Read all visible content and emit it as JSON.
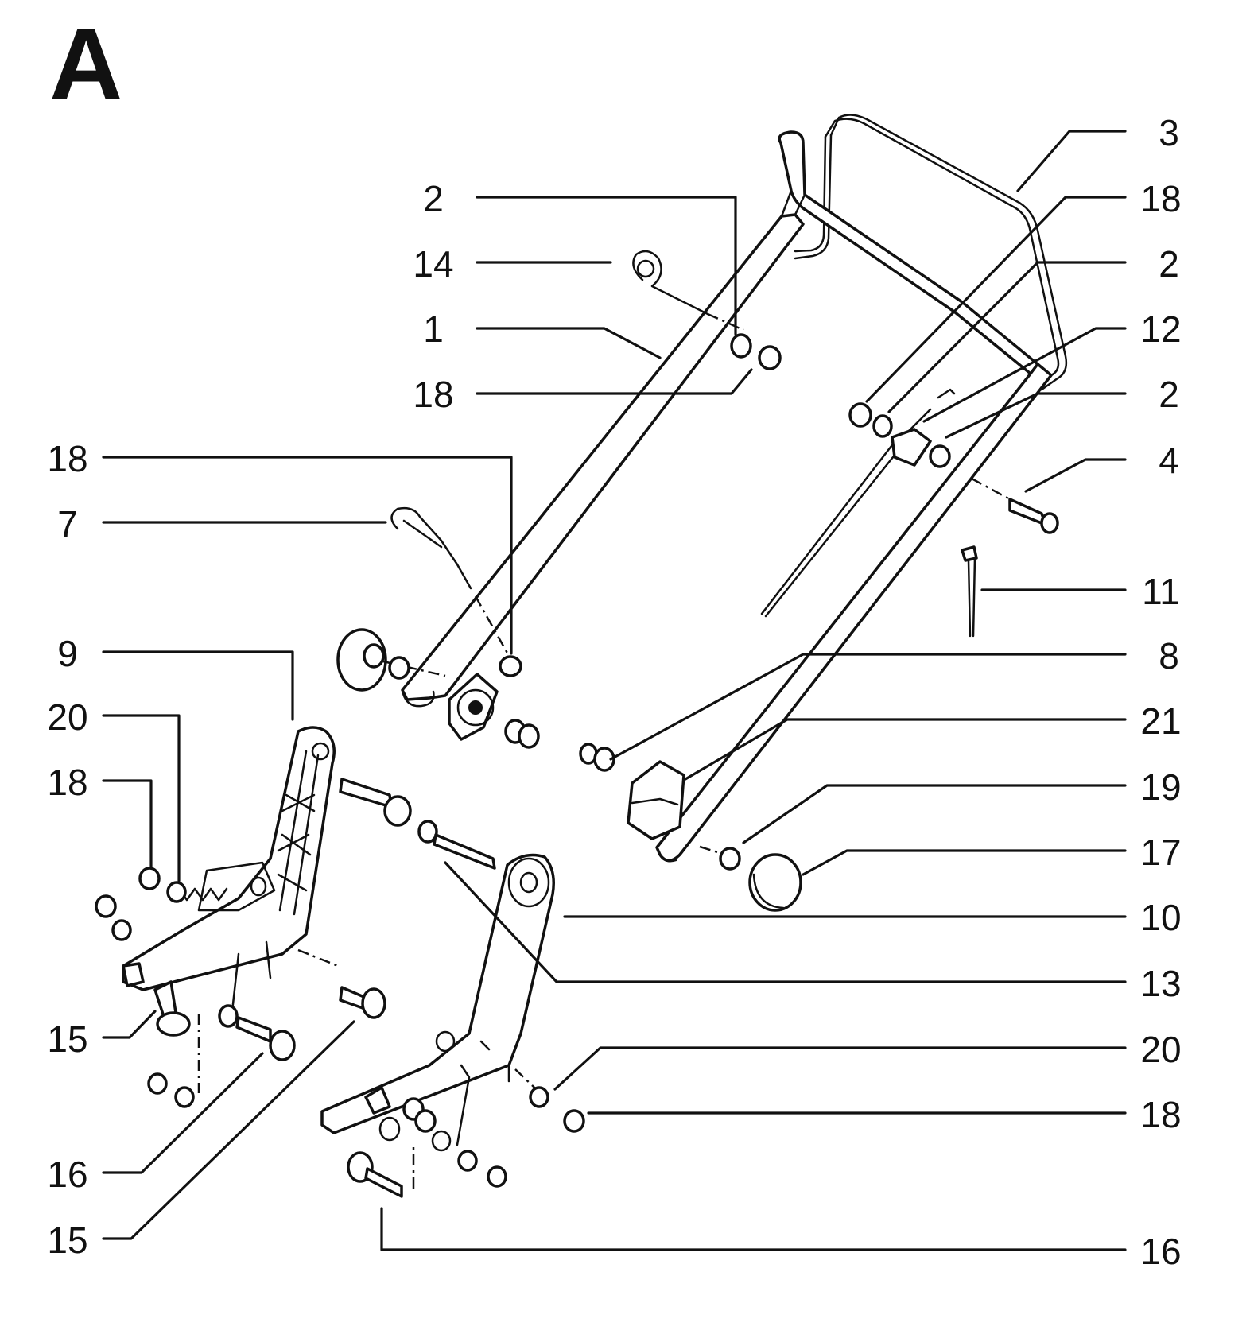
{
  "figure": {
    "title": "A",
    "callouts": [
      {
        "label": "2"
      },
      {
        "label": "14"
      },
      {
        "label": "1"
      },
      {
        "label": "18"
      },
      {
        "label": "18"
      },
      {
        "label": "7"
      },
      {
        "label": "9"
      },
      {
        "label": "20"
      },
      {
        "label": "18"
      },
      {
        "label": "15"
      },
      {
        "label": "16"
      },
      {
        "label": "15"
      },
      {
        "label": "3"
      },
      {
        "label": "18"
      },
      {
        "label": "2"
      },
      {
        "label": "12"
      },
      {
        "label": "2"
      },
      {
        "label": "4"
      },
      {
        "label": "11"
      },
      {
        "label": "8"
      },
      {
        "label": "21"
      },
      {
        "label": "19"
      },
      {
        "label": "17"
      },
      {
        "label": "10"
      },
      {
        "label": "13"
      },
      {
        "label": "20"
      },
      {
        "label": "18"
      },
      {
        "label": "16"
      }
    ]
  }
}
